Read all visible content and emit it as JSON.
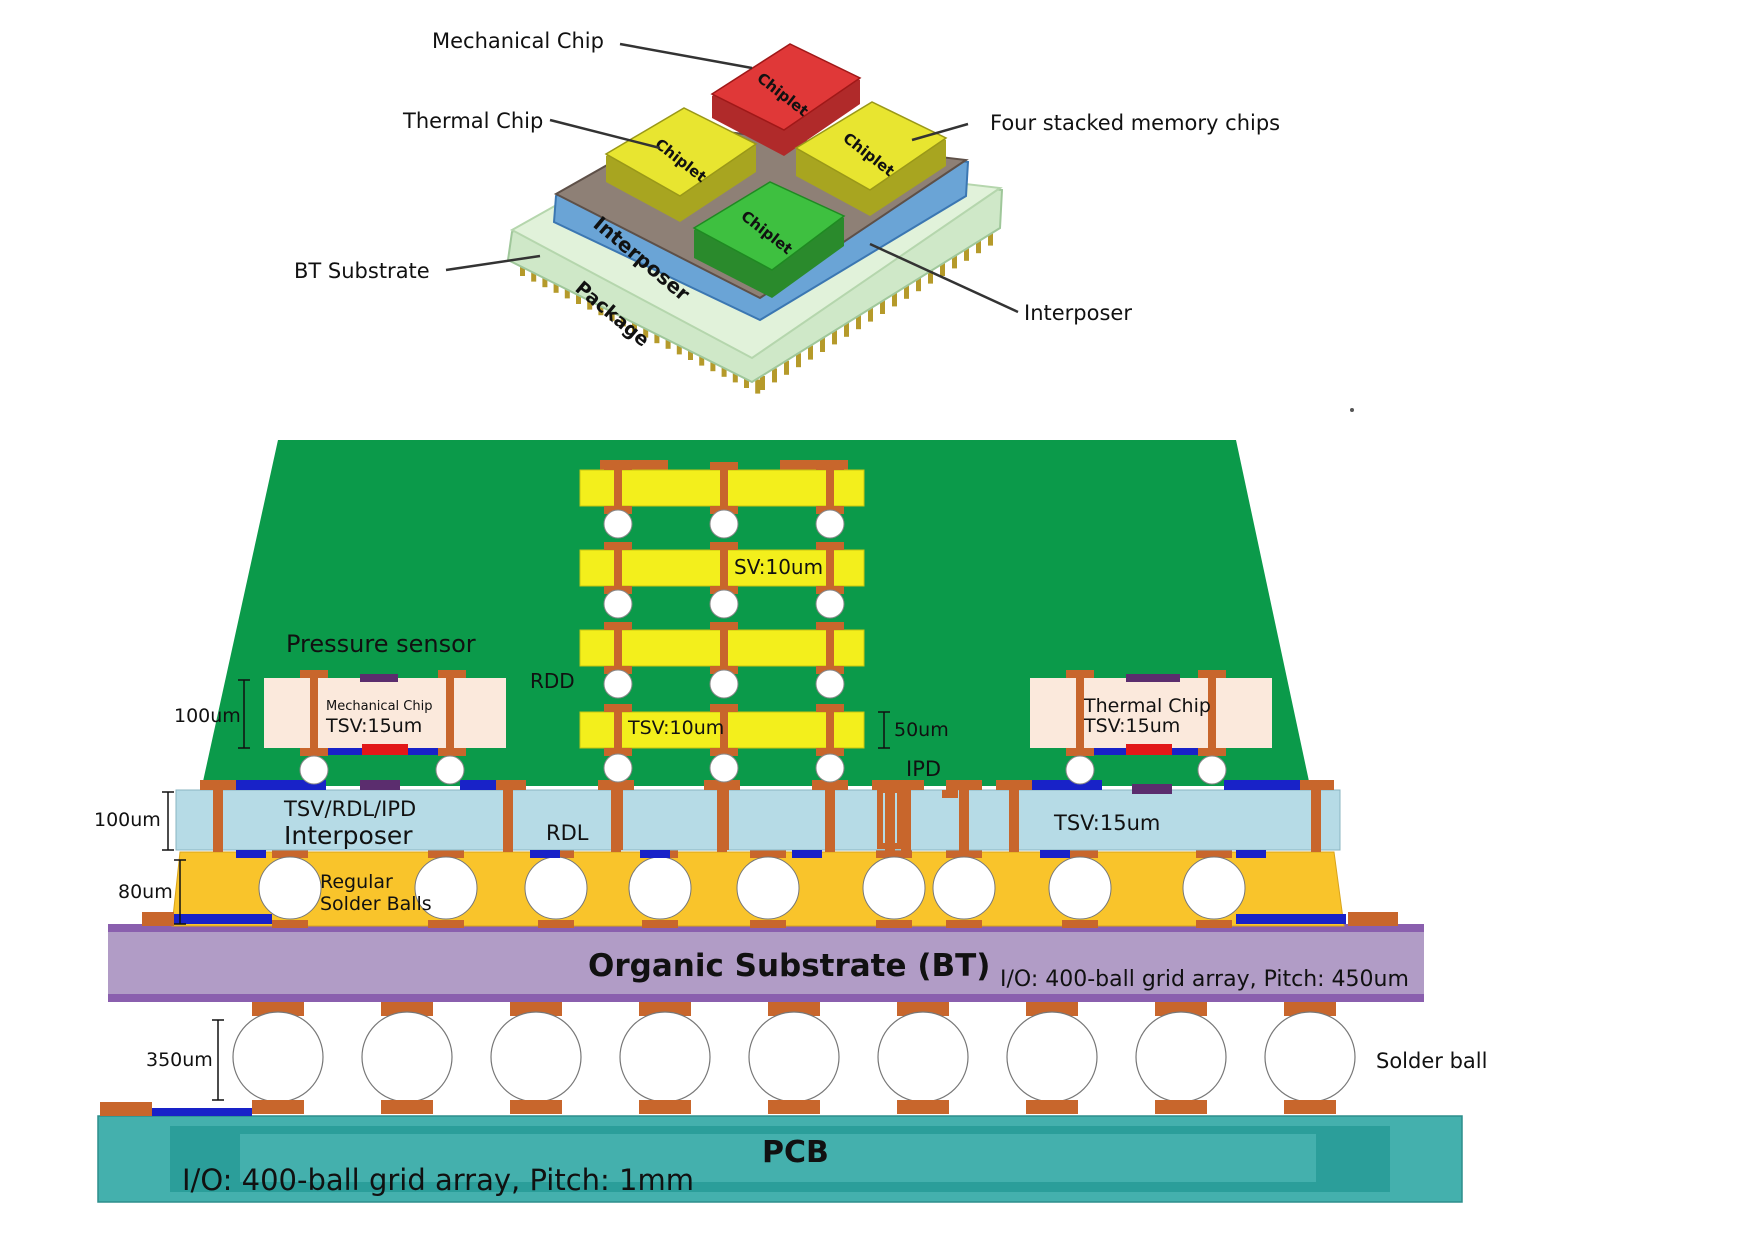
{
  "top_view": {
    "chip_word": "Chiplet",
    "interposer_word": "Interposer",
    "package_word": "Package",
    "callouts": {
      "mechanical_chip": "Mechanical Chip",
      "thermal_chip": "Thermal Chip",
      "memory_chips": "Four stacked memory chips",
      "bt_substrate": "BT Substrate",
      "interposer": "Interposer"
    }
  },
  "cross_section": {
    "pressure_sensor": "Pressure sensor",
    "mechanical_chip": "Mechanical Chip",
    "mech_tsv": "TSV:15um",
    "thermal_chip": "Thermal Chip",
    "thermal_tsv": "TSV:15um",
    "sv": "SV:10um",
    "tsv_stack": "TSV:10um",
    "rdd": "RDD",
    "ipd": "IPD",
    "interposer_layers": "TSV/RDL/IPD",
    "interposer": "Interposer",
    "rdl": "RDL",
    "interposer_tsv": "TSV:15um",
    "regular_solder_1": "Regular",
    "regular_solder_2": "Solder Balls",
    "substrate": "Organic Substrate (BT)",
    "substrate_io": "I/O: 400-ball grid array, Pitch: 450um",
    "solder_ball": "Solder ball",
    "pcb": "PCB",
    "pcb_io": "I/O: 400-ball grid array, Pitch: 1mm",
    "dims": {
      "sensor_height": "100um",
      "interposer_height": "100um",
      "underfill_height": "80um",
      "memory_height": "50um",
      "bga_height": "350um"
    }
  },
  "colors": {
    "mold": "#0b9a4a",
    "memory_die": "#f3ef1c",
    "copper": "#c8662c",
    "interposer": "#b6dbe6",
    "underfill": "#f9c42b",
    "bt_substrate": "#b19cc6",
    "bt_edge": "#8a5fae",
    "pcb": "#44b0ad",
    "pcb_inner": "#2b9e9a",
    "sensor_body": "#fbe9dc",
    "pad_blue": "#1822c8",
    "pad_red": "#e21818",
    "pad_purple": "#5b2d6e",
    "chip_red": "#e03838",
    "chip_yellow": "#e8e530",
    "chip_green": "#3ec040"
  }
}
